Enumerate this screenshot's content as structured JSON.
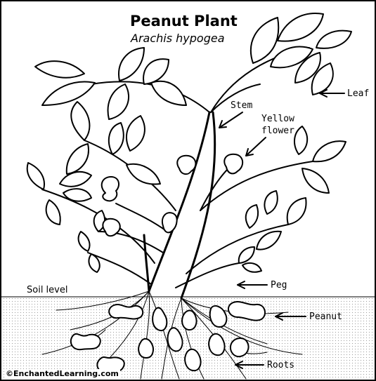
{
  "title": "Peanut Plant",
  "subtitle": "Arachis hypogea",
  "labels": {
    "leaf": "Leaf",
    "stem": "Stem",
    "yellow_flower_line1": "Yellow",
    "yellow_flower_line2": "flower",
    "soil_level": "Soil level",
    "peg": "Peg",
    "peanut": "Peanut",
    "roots": "Roots"
  },
  "copyright": "©EnchantedLearning.com",
  "colors": {
    "ink": "#000000",
    "paper": "#ffffff",
    "soil_dots": "#9a9a9a"
  }
}
